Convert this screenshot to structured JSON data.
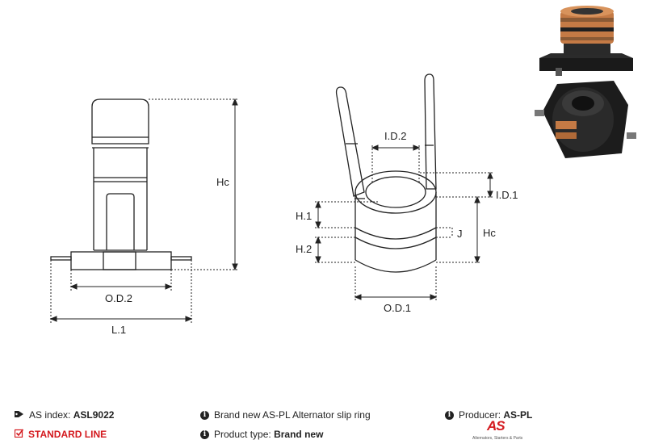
{
  "labels": {
    "hc_left": "Hc",
    "od2": "O.D.2",
    "l1": "L.1",
    "id2": "I.D.2",
    "id1": "I.D.1",
    "h1": "H.1",
    "h2": "H.2",
    "j": "J",
    "hc_right": "Hc",
    "od1": "O.D.1"
  },
  "info": {
    "as_index_label": "AS index:",
    "as_index_value": "ASL9022",
    "line_label": "STANDARD LINE",
    "description": "Brand new AS-PL Alternator slip ring",
    "product_type_label": "Product type:",
    "product_type_value": "Brand new",
    "producer_label": "Producer:",
    "producer_value": "AS-PL"
  },
  "logo": {
    "mark": "AS",
    "tagline": "Alternators, Starters & Parts"
  },
  "colors": {
    "accent": "#d41a1f",
    "line": "#222222",
    "copper": "#c47a45"
  },
  "icons": {
    "tag": "tag-icon",
    "check": "checkbox-icon",
    "info": "info-icon"
  }
}
